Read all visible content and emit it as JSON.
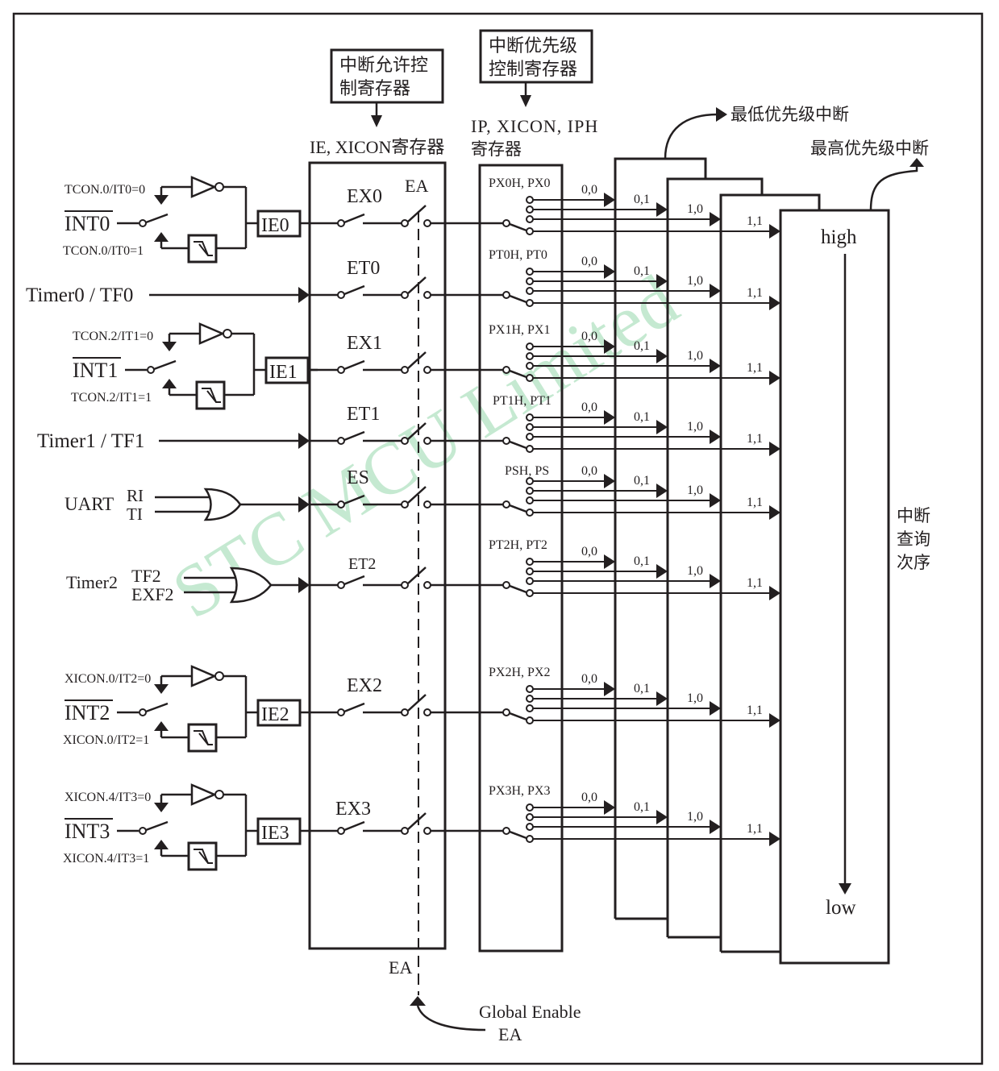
{
  "titles": {
    "ie_title_line1": "中断允许控",
    "ie_title_line2": "制寄存器",
    "ie_label": "IE, XICON寄存器",
    "ip_title_line1": "中断优先级",
    "ip_title_line2": "控制寄存器",
    "ip_label_line1": "IP, XICON, IPH",
    "ip_label_line2": "寄存器",
    "lowest": "最低优先级中断",
    "highest": "最高优先级中断",
    "high": "high",
    "low": "low",
    "order_line1": "中断",
    "order_line2": "查询",
    "order_line3": "次序",
    "ea_top": "EA",
    "ea_bottom": "EA",
    "global_enable": "Global Enable",
    "global_ea": "EA",
    "watermark": "STC MCU Limited"
  },
  "levels": [
    "0,0",
    "0,1",
    "1,0",
    "1,1"
  ],
  "rows": [
    {
      "type": "ext",
      "source": "INT0",
      "cond0": "TCON.0/IT0=0",
      "cond1": "TCON.0/IT0=1",
      "flag": "IE0",
      "enable": "EX0",
      "priority": "PX0H, PX0"
    },
    {
      "type": "timer",
      "source": "Timer0 / TF0",
      "enable": "ET0",
      "priority": "PT0H, PT0"
    },
    {
      "type": "ext",
      "source": "INT1",
      "cond0": "TCON.2/IT1=0",
      "cond1": "TCON.2/IT1=1",
      "flag": "IE1",
      "enable": "EX1",
      "priority": "PX1H, PX1"
    },
    {
      "type": "timer",
      "source": "Timer1 / TF1",
      "enable": "ET1",
      "priority": "PT1H, PT1"
    },
    {
      "type": "uart",
      "source": "UART",
      "in1": "RI",
      "in2": "TI",
      "enable": "ES",
      "priority": "PSH, PS"
    },
    {
      "type": "timer2",
      "source": "Timer2",
      "in1": "TF2",
      "in2": "EXF2",
      "enable": "ET2",
      "priority": "PT2H, PT2"
    },
    {
      "type": "ext",
      "source": "INT2",
      "cond0": "XICON.0/IT2=0",
      "cond1": "XICON.0/IT2=1",
      "flag": "IE2",
      "enable": "EX2",
      "priority": "PX2H, PX2"
    },
    {
      "type": "ext",
      "source": "INT3",
      "cond0": "XICON.4/IT3=0",
      "cond1": "XICON.4/IT3=1",
      "flag": "IE3",
      "enable": "EX3",
      "priority": "PX3H, PX3"
    }
  ]
}
